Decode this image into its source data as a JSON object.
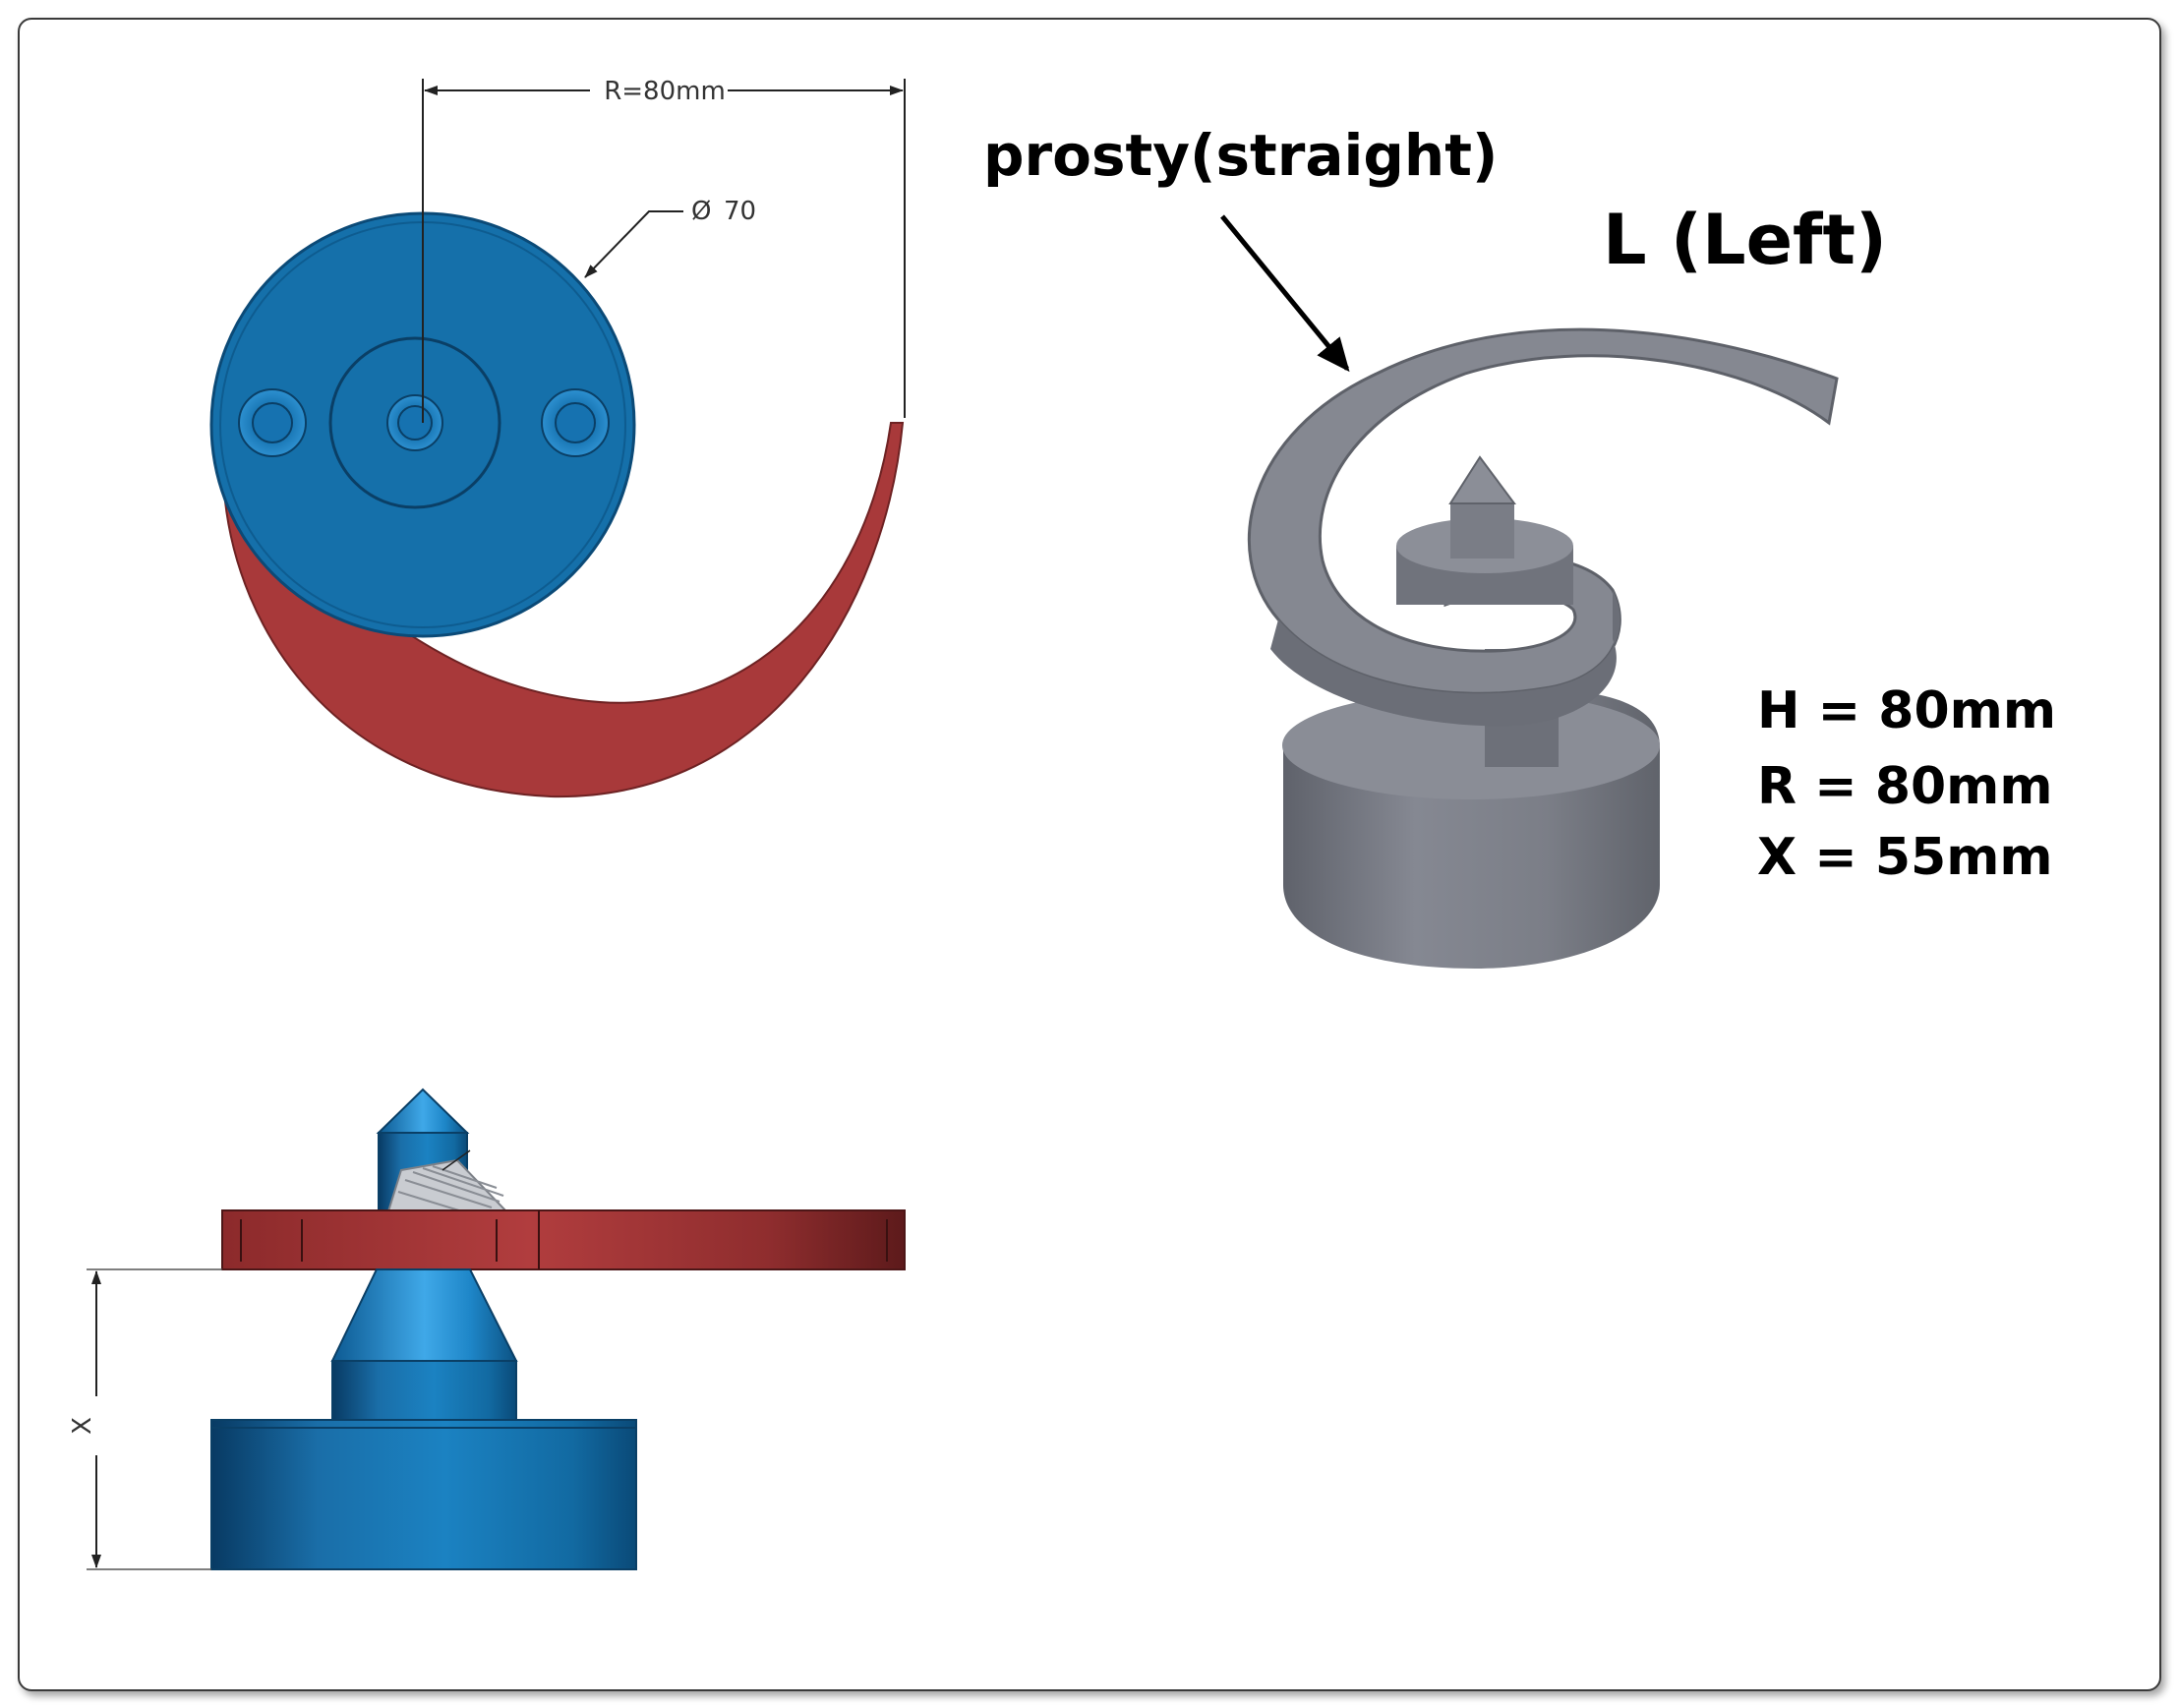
{
  "drawing": {
    "radius_label": "R=80mm",
    "diameter_symbol": "Ø",
    "diameter_value": "70",
    "x_label": "X"
  },
  "photo": {
    "arrow_label": "prosty(straight)",
    "hand_label": "L (Left)",
    "specs": [
      "H = 80mm",
      "R = 80mm",
      "X = 55mm"
    ]
  },
  "colors": {
    "blue": "#1570aa",
    "red": "#a8393a",
    "gray": "#7a7d86"
  }
}
